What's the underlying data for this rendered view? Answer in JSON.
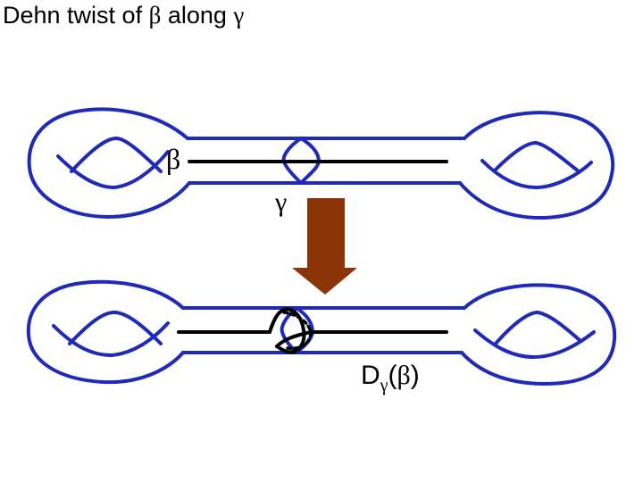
{
  "title": {
    "prefix": "Dehn twist of ",
    "beta": "β",
    "middle": " along ",
    "gamma": "γ"
  },
  "labels": {
    "beta": "β",
    "gamma": "γ",
    "result_d": "D",
    "result_sub": "γ",
    "result_open": "(",
    "result_beta": "β",
    "result_close": ")"
  },
  "colors": {
    "surface": "#1f2bb8",
    "curve": "#000000",
    "arrow": "#8b3408",
    "background": "#ffffff"
  }
}
